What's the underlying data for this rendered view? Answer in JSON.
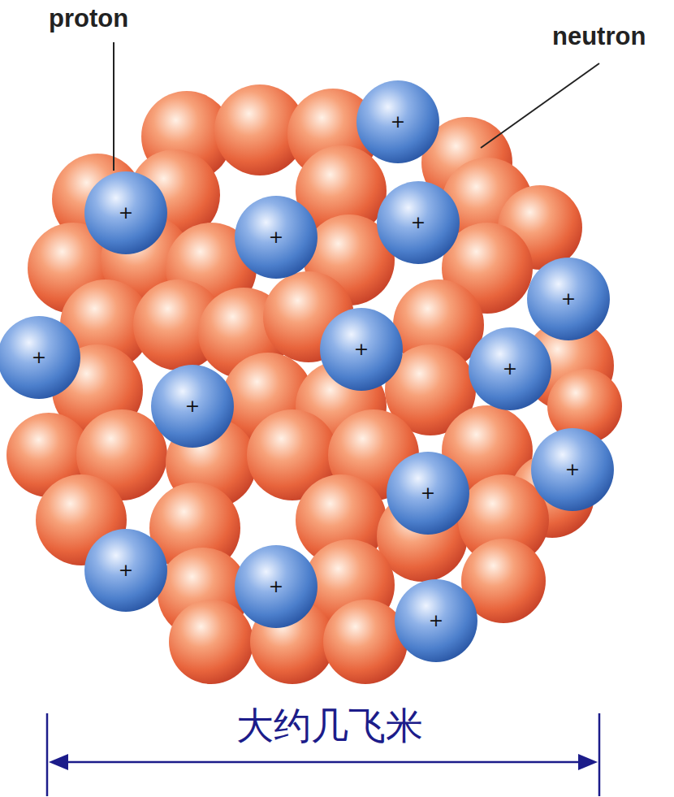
{
  "diagram": {
    "nodes": [
      {
        "text": [
          "+"
        ]
      },
      {
        "text": [
          "+"
        ]
      },
      {
        "text": [
          "+"
        ]
      },
      {
        "text": [
          "+"
        ]
      },
      {
        "text": [
          "+"
        ]
      },
      {
        "text": [
          "+"
        ]
      },
      {
        "text": [
          "+"
        ]
      },
      {
        "text": [
          "+"
        ]
      },
      {
        "text": [
          "+"
        ]
      },
      {
        "text": [
          "+"
        ]
      },
      {
        "text": [
          "+"
        ]
      },
      {
        "text": [
          "+"
        ]
      },
      {
        "text": [
          "+"
        ]
      },
      {
        "text": [
          "+"
        ]
      }
    ],
    "labels": [
      "proton",
      "neutron",
      "大约几飞米"
    ]
  }
}
